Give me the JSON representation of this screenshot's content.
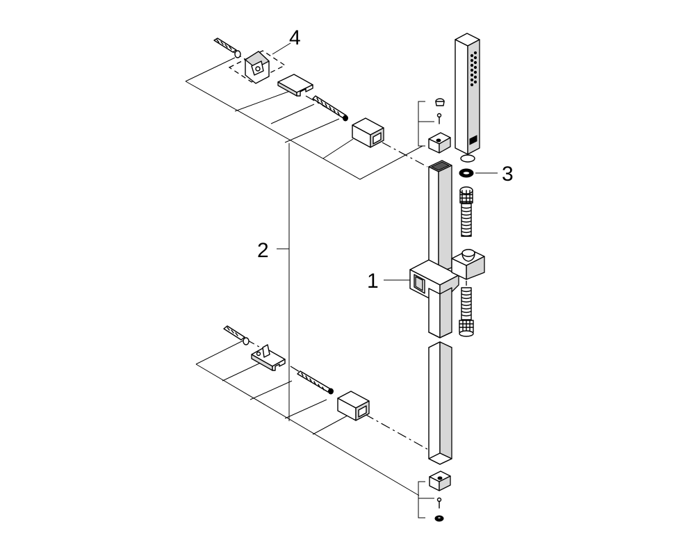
{
  "diagram": {
    "part_labels": {
      "shower_rail_slider": "1",
      "wall_bar": "2",
      "hand_shower_washer": "3",
      "upper_wall_bracket": "4"
    }
  }
}
